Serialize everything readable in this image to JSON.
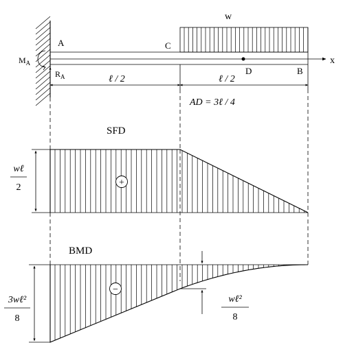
{
  "beam": {
    "label_A": "A",
    "label_C": "C",
    "label_D": "D",
    "label_B": "B",
    "label_x": "x",
    "load_label": "w",
    "moment_label": "M",
    "moment_sub": "A",
    "reaction_label": "R",
    "reaction_sub": "A",
    "dim_left": "ℓ / 2",
    "dim_right": "ℓ / 2",
    "dim_AD": "AD = 3ℓ / 4"
  },
  "sfd": {
    "title": "SFD",
    "sign": "+",
    "value_num": "wℓ",
    "value_den": "2"
  },
  "bmd": {
    "title": "BMD",
    "sign": "−",
    "max_num": "3wℓ²",
    "max_den": "8",
    "mid_num": "wℓ²",
    "mid_den": "8"
  },
  "colors": {
    "stroke": "#000000",
    "background": "#ffffff"
  }
}
